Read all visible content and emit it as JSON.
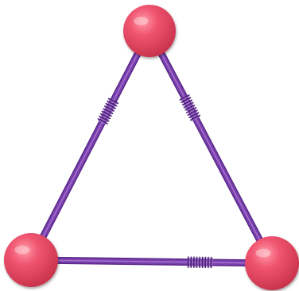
{
  "diagram": {
    "kind": "triangle-of-straws-and-balls",
    "nodes": [
      {
        "id": "top",
        "color": "#e84a63"
      },
      {
        "id": "bottom-left",
        "color": "#e84a63"
      },
      {
        "id": "bottom-right",
        "color": "#e84a63"
      }
    ],
    "edges": [
      {
        "id": "left",
        "from": "top",
        "to": "bottom-left",
        "color": "#7a3fae",
        "flexible_segment": true
      },
      {
        "id": "right",
        "from": "top",
        "to": "bottom-right",
        "color": "#7a3fae",
        "flexible_segment": true
      },
      {
        "id": "bottom",
        "from": "bottom-left",
        "to": "bottom-right",
        "color": "#7a3fae",
        "flexible_segment": true
      }
    ]
  }
}
